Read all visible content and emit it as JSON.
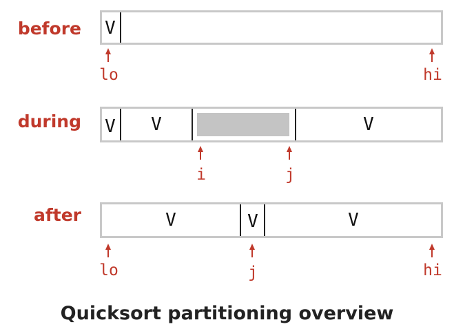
{
  "stages": {
    "before": {
      "label": "before",
      "cells": [
        "V"
      ],
      "pointers": [
        "lo",
        "hi"
      ]
    },
    "during": {
      "label": "during",
      "cells": [
        "V",
        "V",
        "V"
      ],
      "pointers": [
        "i",
        "j"
      ]
    },
    "after": {
      "label": "after",
      "cells": [
        "V",
        "V",
        "V"
      ],
      "pointers": [
        "lo",
        "j",
        "hi"
      ]
    }
  },
  "caption": "Quicksort partitioning overview",
  "colors": {
    "accent": "#c0392b",
    "bar_border": "#c8c8c8",
    "unknown_region": "#c4c4c4",
    "text": "#222222"
  }
}
